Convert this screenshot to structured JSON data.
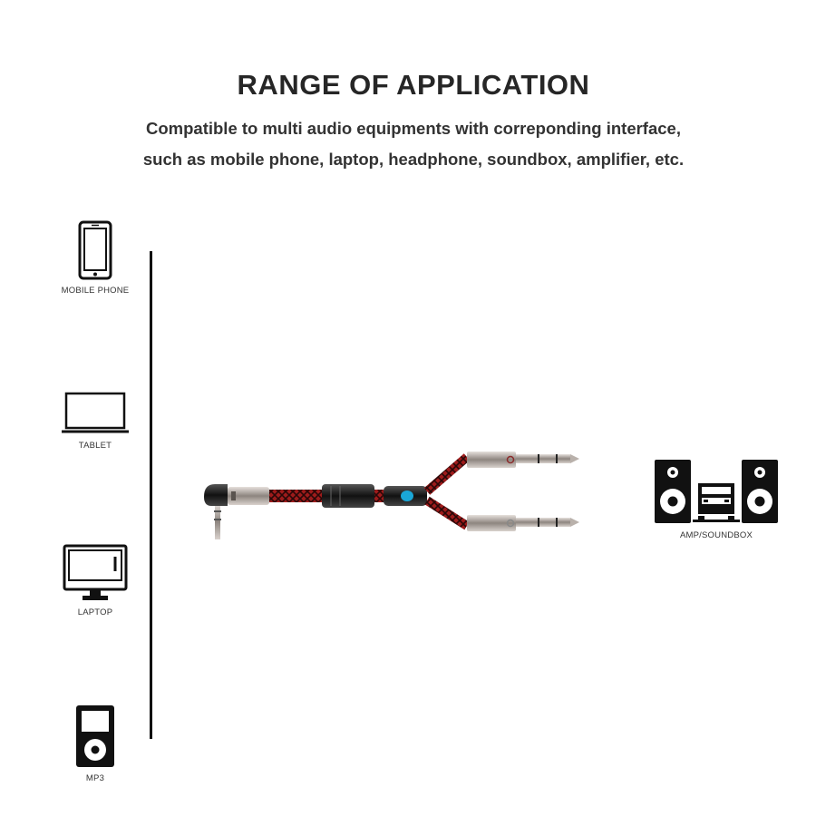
{
  "header": {
    "title": "RANGE OF APPLICATION",
    "subtitle_line1": "Compatible to multi audio equipments with correponding interface,",
    "subtitle_line2": "such as mobile phone, laptop, headphone, soundbox, amplifier, etc."
  },
  "devices": [
    {
      "label": "MOBILE PHONE",
      "icon": "mobile-phone-icon"
    },
    {
      "label": "TABLET",
      "icon": "laptop-outline-icon"
    },
    {
      "label": "LAPTOP",
      "icon": "monitor-icon"
    },
    {
      "label": "MP3",
      "icon": "mp3-player-icon"
    }
  ],
  "output_device": {
    "label": "AMP/SOUNDBOX",
    "icon": "stereo-system-icon"
  },
  "product": {
    "icon": "y-splitter-cable-icon"
  },
  "colors": {
    "braid_red": "#9e1b1b",
    "braid_dark": "#2a0808",
    "metal": "#b4aca6",
    "icon_black": "#111111"
  }
}
